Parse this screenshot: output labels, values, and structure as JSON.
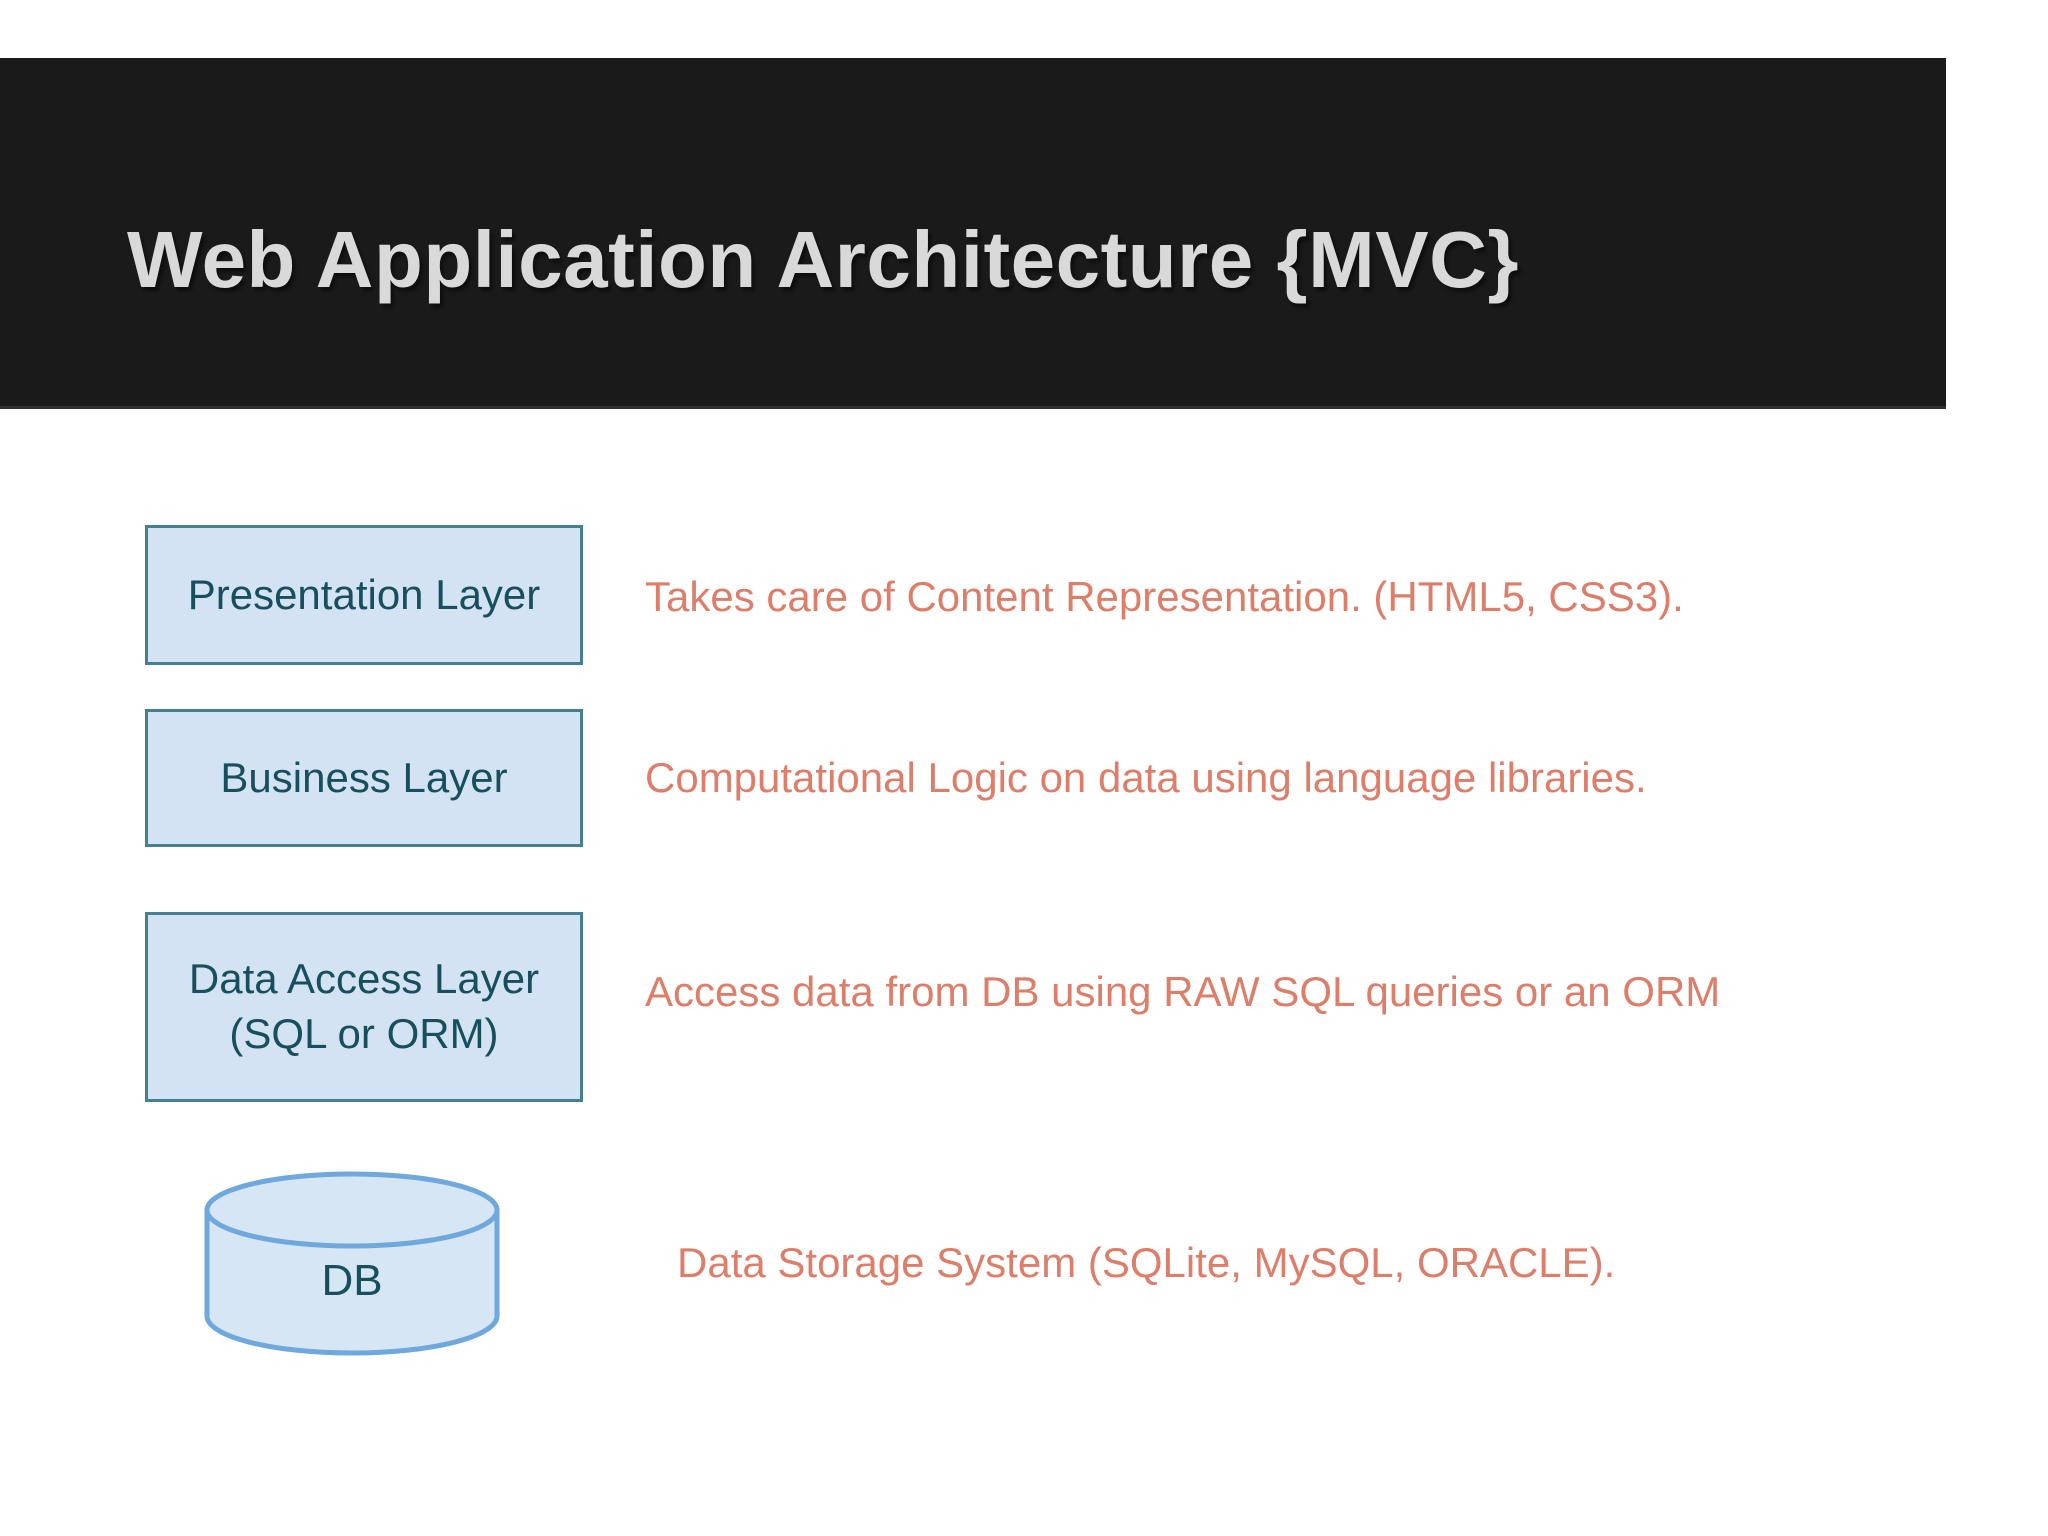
{
  "slide": {
    "title": "Web Application Architecture {MVC}"
  },
  "layers": [
    {
      "label": "Presentation Layer",
      "description": "Takes care of Content Representation. (HTML5, CSS3)."
    },
    {
      "label": "Business Layer",
      "description": "Computational Logic on data using language libraries."
    },
    {
      "label": "Data Access Layer\n(SQL or ORM)",
      "description": "Access data from DB using RAW SQL queries or an ORM"
    },
    {
      "label": "DB",
      "description": "Data Storage System (SQLite, MySQL, ORACLE)."
    }
  ],
  "colors": {
    "band_background": "#1a1a1a",
    "title_text": "#d9d9d9",
    "box_fill": "#d3e3f3",
    "box_border": "#44808f",
    "box_text": "#17505c",
    "cylinder_fill": "#d7e6f5",
    "cylinder_border": "#6fa8dc",
    "description_text": "#dc7e6a",
    "page_background": "#ffffff"
  }
}
